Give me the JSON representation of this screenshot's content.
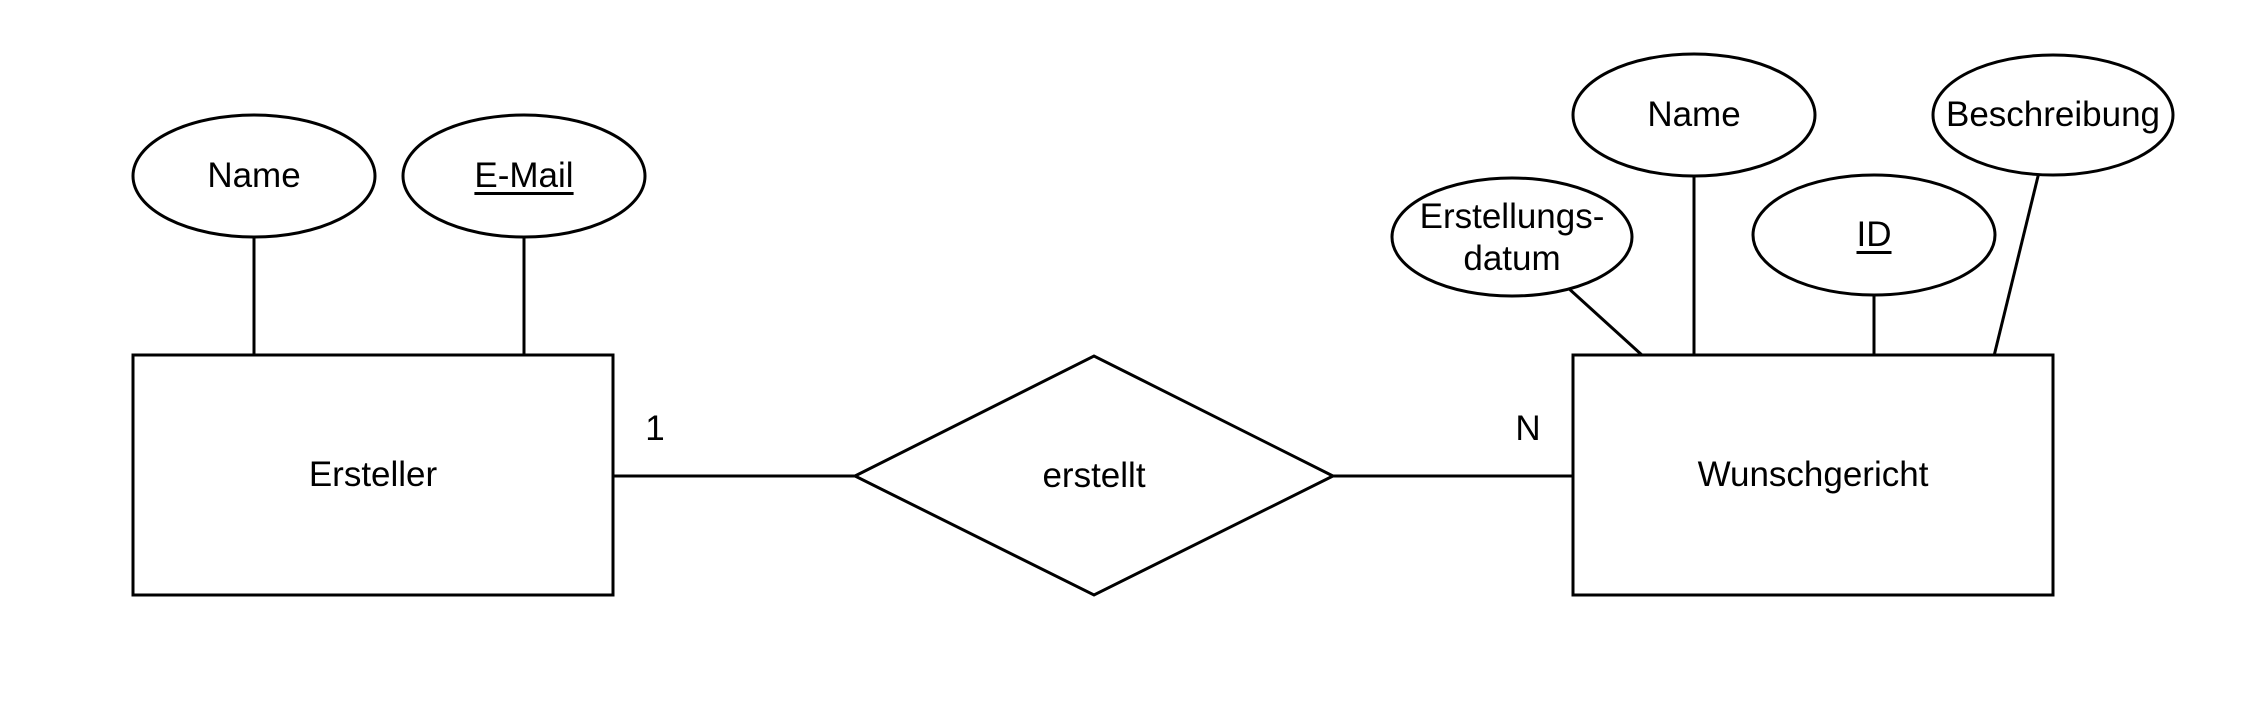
{
  "diagram": {
    "kind": "entity-relationship-diagram",
    "background_color": "#ffffff",
    "stroke_color": "#000000",
    "text_color": "#000000",
    "entities": [
      {
        "name": "Ersteller"
      },
      {
        "name": "Wunschgericht"
      }
    ],
    "relationship": {
      "name": "erstellt",
      "cardinality_left": "1",
      "cardinality_right": "N"
    },
    "attributes": {
      "ersteller": [
        {
          "label": "Name",
          "is_key": false
        },
        {
          "label": "E-Mail",
          "is_key": true
        }
      ],
      "wunschgericht": [
        {
          "label_line1": "Erstellungs-",
          "label_line2": "datum",
          "is_key": false
        },
        {
          "label": "Name",
          "is_key": false
        },
        {
          "label": "ID",
          "is_key": true
        },
        {
          "label": "Beschreibung",
          "is_key": false
        }
      ]
    }
  }
}
